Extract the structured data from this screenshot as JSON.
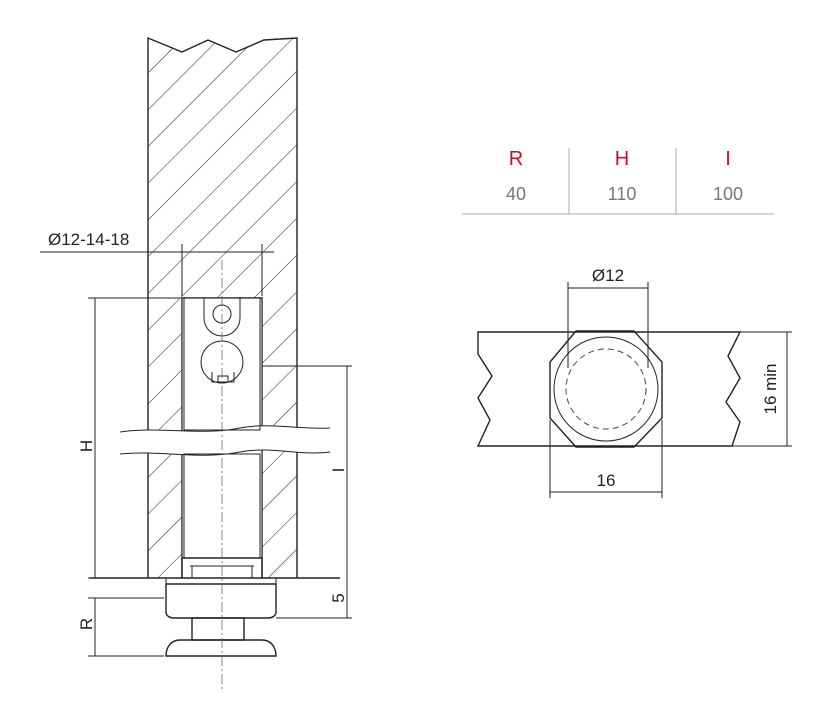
{
  "table": {
    "headers": [
      "R",
      "H",
      "I"
    ],
    "values": [
      "40",
      "110",
      "100"
    ],
    "header_color": "#c8102e"
  },
  "labels": {
    "bore_diameters": "Ø12-14-18",
    "height_h": "H",
    "insert_i": "I",
    "offset_5": "5",
    "radius_r": "R",
    "diameter_12": "Ø12",
    "width_16": "16",
    "min_16": "16 min"
  }
}
